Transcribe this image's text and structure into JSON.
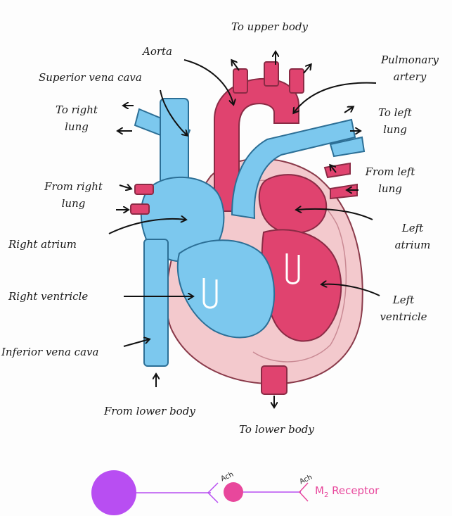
{
  "labels": {
    "to_upper_body": "To upper body",
    "aorta": "Aorta",
    "pulmonary_artery": "Pulmonary artery",
    "superior_vena_cava": "Superior vena cava",
    "to_right_lung": "To right lung",
    "to_left_lung": "To left lung",
    "from_left_lung": "From left lung",
    "from_right_lung": "From right lung",
    "left_atrium": "Left atrium",
    "right_atrium": "Right atrium",
    "right_ventricle": "Right ventricle",
    "left_ventricle": "Left ventricle",
    "inferior_vena_cava": "Inferior vena cava",
    "from_lower_body": "From lower body",
    "to_lower_body": "To lower body"
  },
  "receptor": {
    "ach_1": "Ach",
    "ach_2": "Ach",
    "m2_label": "M",
    "m2_sub": "2",
    "receptor_label": "Receptor"
  },
  "colors": {
    "deoxygenated": "#7cc8ee",
    "oxygenated": "#e0436f",
    "heart_wall": "#f3c9cd",
    "neuron": "#b84ef2",
    "receptor": "#e8479c"
  }
}
